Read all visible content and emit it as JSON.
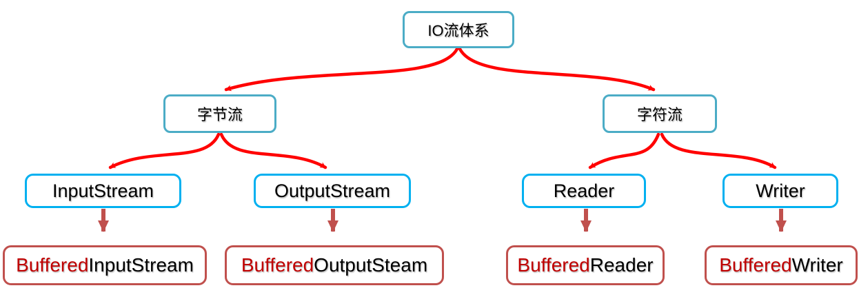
{
  "diagram_title": "IO流体系",
  "nodes": {
    "io_root": {
      "label": "IO流体系"
    },
    "byte_stream": {
      "label": "字节流"
    },
    "char_stream": {
      "label": "字符流"
    },
    "input_stream": {
      "label": "InputStream"
    },
    "output_stream": {
      "label": "OutputStream"
    },
    "reader": {
      "label": "Reader"
    },
    "writer": {
      "label": "Writer"
    },
    "buffered_input": {
      "prefix": "Buffered",
      "suffix": "InputStream"
    },
    "buffered_output": {
      "prefix": "Buffered",
      "suffix": "OutputSteam"
    },
    "buffered_reader": {
      "prefix": "Buffered",
      "suffix": "Reader"
    },
    "buffered_writer": {
      "prefix": "Buffered",
      "suffix": "Writer"
    }
  },
  "colors": {
    "teal_border": "#4BACC6",
    "blue_border": "#00B0F0",
    "dark_red_border": "#C0504D",
    "curve_arrow_red": "#FF0000",
    "straight_arrow_red": "#C0504D",
    "buffered_text_red": "#C00000",
    "text_black": "#000000",
    "background": "#FFFFFF"
  }
}
